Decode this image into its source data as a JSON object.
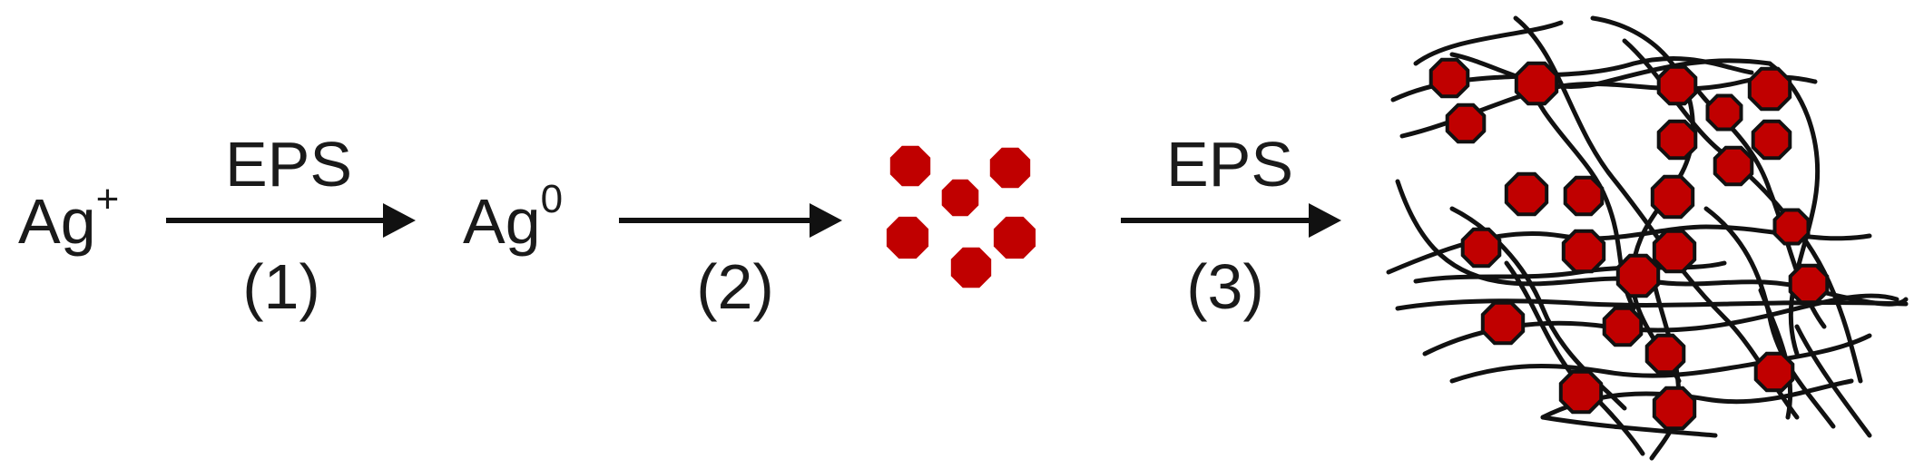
{
  "reaction": {
    "reactant": {
      "symbol": "Ag",
      "charge": "+"
    },
    "intermediate": {
      "symbol": "Ag",
      "charge": "0"
    },
    "steps": [
      {
        "id": 1,
        "above": "EPS",
        "below": "(1)"
      },
      {
        "id": 2,
        "above": "",
        "below": "(2)"
      },
      {
        "id": 3,
        "above": "EPS",
        "below": "(3)"
      }
    ]
  },
  "colors": {
    "particle_fill": "#c00000",
    "particle_outline": "#111111",
    "arrow": "#111111",
    "fiber": "#111111",
    "text": "#1a1a1a"
  },
  "icons": {
    "arrow": "arrow-right-icon",
    "nanoparticle": "octagon-nanoparticle-icon",
    "network": "polymer-network-icon"
  }
}
